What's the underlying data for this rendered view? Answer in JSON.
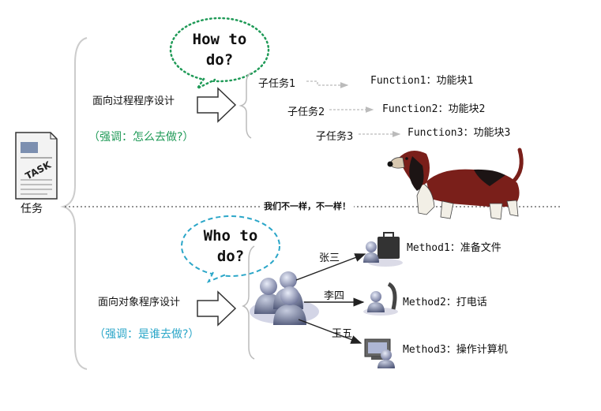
{
  "task": {
    "card_text": "TASK",
    "label": "任务"
  },
  "divider": {
    "text": "我们不一样，不一样！"
  },
  "procedural": {
    "bubble": {
      "line1": "How to",
      "line2": "do?"
    },
    "label": "面向过程程序设计",
    "emphasis": "（强调：怎么去做?）",
    "subtasks": [
      {
        "sub": "子任务1",
        "func": "Function1：功能块1"
      },
      {
        "sub": "子任务2",
        "func": "Function2：功能块2"
      },
      {
        "sub": "子任务3",
        "func": "Function3：功能块3"
      }
    ]
  },
  "object": {
    "bubble": {
      "line1": "Who to",
      "line2": "do?"
    },
    "label": "面向对象程序设计",
    "emphasis": "（强调：是谁去做?）",
    "people": [
      {
        "name": "张三",
        "method": "Method1：准备文件"
      },
      {
        "name": "李四",
        "method": "Method2：打电话"
      },
      {
        "name": "王五",
        "method": "Method3：操作计算机"
      }
    ]
  },
  "colors": {
    "green_accent": "#1f9a57",
    "cyan_accent": "#2aa6c8",
    "dog_brown": "#7a1f1a"
  }
}
